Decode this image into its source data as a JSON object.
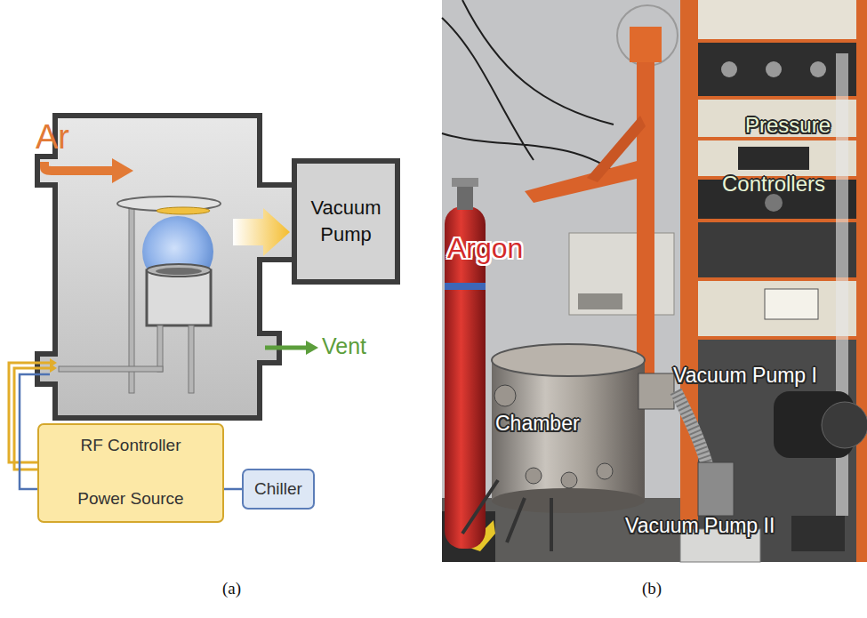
{
  "diagram": {
    "nodes": [
      {
        "text": [
          "Vacuum Pump"
        ]
      },
      {
        "text": [
          "RF Controller",
          "Power Source"
        ]
      },
      {
        "text": [
          "Chiller"
        ]
      }
    ],
    "labels": [
      "Ar",
      "Vent",
      "Argon",
      "Pressure",
      "Controllers",
      "Chamber",
      "Vacuum Pump I",
      "Vacuum Pump II",
      "(a)",
      "(b)"
    ]
  }
}
